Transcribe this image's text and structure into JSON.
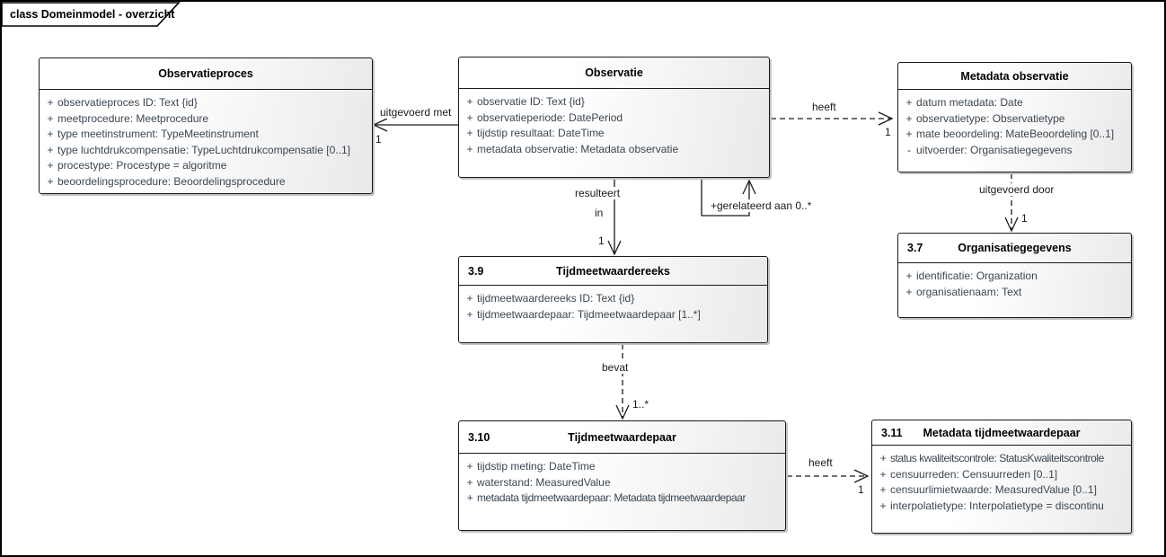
{
  "frame": {
    "title": "class Domeinmodel - overzicht"
  },
  "colors": {
    "box_border": "#000000",
    "attribute_text": "#3A4652",
    "box_fill_start": "#FFFFFF",
    "box_fill_end": "#E9E9E9",
    "shadow": "#C2C2C2"
  },
  "classes": [
    {
      "number": "",
      "title": "Observatieproces",
      "attributes": [
        {
          "vis": "+",
          "text": "observatieproces ID: Text {id}"
        },
        {
          "vis": "+",
          "text": "meetprocedure: Meetprocedure"
        },
        {
          "vis": "+",
          "text": "type meetinstrument: TypeMeetinstrument"
        },
        {
          "vis": "+",
          "text": "type luchtdrukcompensatie: TypeLuchtdrukcompensatie [0..1]"
        },
        {
          "vis": "+",
          "text": "procestype: Procestype = algoritme"
        },
        {
          "vis": "+",
          "text": "beoordelingsprocedure: Beoordelingsprocedure"
        }
      ]
    },
    {
      "number": "",
      "title": "Observatie",
      "attributes": [
        {
          "vis": "+",
          "text": "observatie ID: Text {id}"
        },
        {
          "vis": "+",
          "text": "observatieperiode: DatePeriod"
        },
        {
          "vis": "+",
          "text": "tijdstip resultaat: DateTime"
        },
        {
          "vis": "+",
          "text": "metadata observatie: Metadata observatie"
        }
      ]
    },
    {
      "number": "",
      "title": "Metadata observatie",
      "attributes": [
        {
          "vis": "+",
          "text": "datum metadata: Date"
        },
        {
          "vis": "+",
          "text": "observatietype: Observatietype"
        },
        {
          "vis": "+",
          "text": "mate beoordeling: MateBeoordeling [0..1]"
        },
        {
          "vis": "-",
          "text": "uitvoerder: Organisatiegegevens"
        }
      ]
    },
    {
      "number": "3.9",
      "title": "Tijdmeetwaardereeks",
      "attributes": [
        {
          "vis": "+",
          "text": "tijdmeetwaardereeks ID: Text {id}"
        },
        {
          "vis": "+",
          "text": "tijdmeetwaardepaar: Tijdmeetwaardepaar [1..*]"
        }
      ]
    },
    {
      "number": "3.7",
      "title": "Organisatiegegevens",
      "attributes": [
        {
          "vis": "+",
          "text": "identificatie: Organization"
        },
        {
          "vis": "+",
          "text": "organisatienaam: Text"
        }
      ]
    },
    {
      "number": "3.10",
      "title": "Tijdmeetwaardepaar",
      "attributes": [
        {
          "vis": "+",
          "text": "tijdstip meting: DateTime"
        },
        {
          "vis": "+",
          "text": "waterstand: MeasuredValue"
        },
        {
          "vis": "+",
          "text": "metadata tijdmeetwaardepaar: Metadata tijdmeetwaardepaar"
        }
      ]
    },
    {
      "number": "3.11",
      "title": "Metadata tijdmeetwaardepaar",
      "attributes": [
        {
          "vis": "+",
          "text": "status kwaliteitscontrole: StatusKwaliteitscontrole"
        },
        {
          "vis": "+",
          "text": "censuurreden: Censuurreden [0..1]"
        },
        {
          "vis": "+",
          "text": "censuurlimietwaarde: MeasuredValue [0..1]"
        },
        {
          "vis": "+",
          "text": "interpolatietype: Interpolatietype = discontinu"
        }
      ]
    }
  ],
  "connectors": [
    {
      "label": "uitgevoerd met",
      "multiplicity": "1",
      "style": "solid"
    },
    {
      "label": "heeft",
      "multiplicity": "1",
      "style": "dashed"
    },
    {
      "label": "resulteert",
      "label2": "in",
      "multiplicity": "1",
      "style": "solid"
    },
    {
      "label": "+gerelateerd aan 0..*",
      "multiplicity": "",
      "style": "solid"
    },
    {
      "label": "uitgevoerd door",
      "multiplicity": "1",
      "style": "dashed"
    },
    {
      "label": "bevat",
      "multiplicity": "1..*",
      "style": "dashed"
    },
    {
      "label": "heeft",
      "multiplicity": "1",
      "style": "dashed"
    }
  ]
}
